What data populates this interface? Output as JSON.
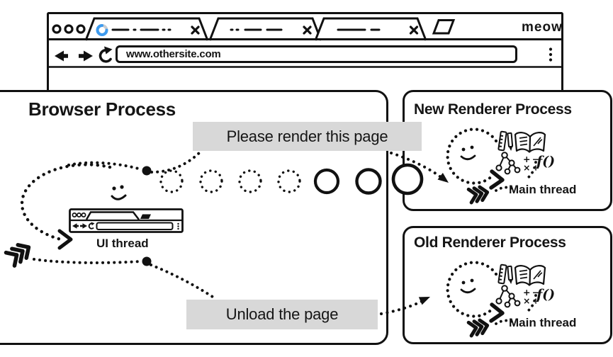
{
  "window": {
    "brand": "meow",
    "url": "www.othersite.com",
    "tab_count": 3
  },
  "boxes": {
    "browser": {
      "title": "Browser Process",
      "thread": "UI thread"
    },
    "new_renderer": {
      "title": "New Renderer Process",
      "thread": "Main thread"
    },
    "old_renderer": {
      "title": "Old Renderer Process",
      "thread": "Main thread"
    }
  },
  "messages": {
    "render": "Please render this page",
    "unload": "Unload the page"
  },
  "icons": {
    "math_top": "+ −",
    "math_bottom": "× ÷",
    "function": "ƒ()"
  },
  "colors": {
    "ink": "#111111",
    "spinner_blue": "#3d9bef",
    "spinner_tail": "#c7ccd2",
    "label_bg": "#d8d8d8"
  }
}
